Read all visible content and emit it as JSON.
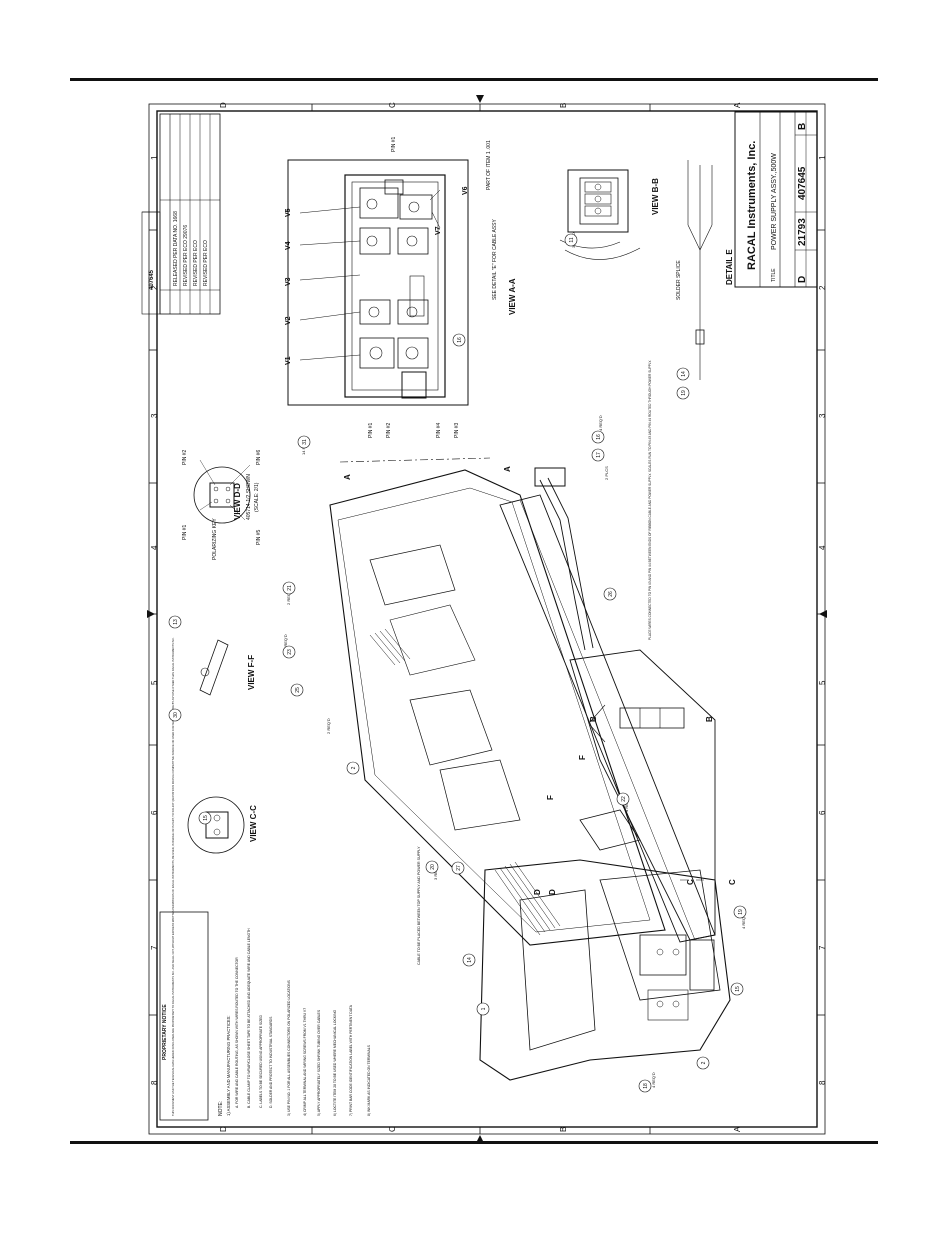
{
  "border": {
    "top_zones": [
      "D",
      "C",
      "B",
      "A"
    ],
    "bottom_zones": [
      "D",
      "C",
      "B",
      "A"
    ],
    "left_numbers": [
      "8",
      "7",
      "6",
      "5",
      "4",
      "3",
      "2",
      "1"
    ],
    "right_numbers": [
      "8",
      "7",
      "6",
      "5",
      "4",
      "3",
      "2",
      "1"
    ]
  },
  "title_block": {
    "company": "RACAL Instruments, Inc.",
    "title_label": "TITLE",
    "title": "POWER SUPPLY ASSY.,500W",
    "size": "D",
    "cage_code": "21793",
    "dwg_no": "407645",
    "rev": "B"
  },
  "revision_block": {
    "dwg_no": "407645",
    "rows": [
      "RELEASED PER DATA NO. 1668",
      "REVISED PER ECO 29076",
      "REVISED PER ECO",
      "REVISED PER ECO"
    ]
  },
  "views": {
    "aa": "VIEW A-A",
    "bb": "VIEW B-B",
    "cc": "VIEW C-C",
    "dd": "VIEW D-D",
    "dd_note": "405714-1/2 SHOWN",
    "dd_scale": "(SCALE: 2/1)",
    "ff": "VIEW F-F",
    "detail_e": "DETAIL E"
  },
  "labels": {
    "v1": "V1",
    "v2": "V2",
    "v3": "V3",
    "v4": "V4",
    "v5": "V5",
    "v6": "V6",
    "v7": "V7",
    "pin1": "PIN #1",
    "pin2": "PIN #2",
    "pin4": "PIN #4",
    "pin3": "PIN #3",
    "pin6": "PIN #6",
    "pin5": "PIN #5",
    "polarizing": "POLARIZING KEY",
    "see_detail": "SEE DETAIL \"E\" FOR CABLE ASSY",
    "part_of_item": "PART OF ITEM 1 .001",
    "solder_splice": "SOLDER SPLICE",
    "place_wires": "PLACE WIRES CONNECTED TO PIN #3 AND PIN #4 BETWEEN ENDS OF RIBBON CABLE AND POWER SUPPLY. SCALES RUN TO PIN #3 AND PIN #4 ROUTED THROUGH POWER SUPPLY.",
    "cable_placed": "CABLE TO BE PLACED BETWEEN TOP SUPPLY AND POWER SUPPLY",
    "req_2": "2 REQ'D",
    "req_4": "4 REQ'D",
    "req_3": "3 REQ'D",
    "req_14": "14 PLCS",
    "plcs_2": "2 PLCS"
  },
  "notes": {
    "proprietary_title": "PROPRIETARY NOTICE",
    "proprietary_body": "THIS DOCUMENT AND THE TECHNICAL DATA HEREIN DISCLOSED ARE PROPRIETARY TO RACAL INSTRUMENTS INC. AND SHALL NOT, WITHOUT EXPRESS WRITTEN PERMISSION OF RACAL INSTRUMENTS, BE USED, IN WHOLE OR IN PART, TO SOLICIT QUOTATIONS FROM A COMPETITIVE SOURCE OR USED FOR MANUFACTURE BY ANYONE OTHER THAN RACAL INSTRUMENTS INC.",
    "note_header": "NOTE:",
    "note_1": "1) ASSEMBLY AND MANUFACTURING PRACTICES:",
    "note_a": "A. FOR WIRE AND CABLE ROUTING, AS SHOWN WITH WIRES ROUTED TO THE CONNECTOR",
    "note_b": "B. CABLE CLAMP TO WRAP/CLOSE SHEET TAPE TO BE ATTACHED AND ADEQUATE WIRE AND CABLE LENGTH",
    "note_c": "C. LABELS TO BE SECURED USING APPROPRIATE SIZED",
    "note_d": "D. SOLDER AND PROTECT TO INDUSTRIAL STANDARDS",
    "note_3": "3) USE PIN NO. 1 FOR ALL ASSEMBLIES CONNECTORS ON POLARIZED LOCATIONS",
    "note_4": "4) CRIMP ALL TERMINAL AND WIRING SCREWS FROM V1 THRU V7",
    "note_5": "5) APPLY APPROPRIATELY SIZED SHRINK TUBING OVER CABLES",
    "note_6": "6) LOCTITE ITEM 28 TO BE USED WHERE MECHANICAL LOCKING",
    "note_7": "7) PRINT BAR CODE IDENTIFICATION LABEL WITH PERTINENT DATA",
    "note_8": "8) INK MARK AS INDICATED ON TERMINALS"
  },
  "balloons": [
    "1",
    "2",
    "2",
    "3",
    "13",
    "14",
    "15",
    "16",
    "17",
    "18",
    "19",
    "20",
    "21",
    "22",
    "23",
    "25",
    "26",
    "27",
    "30",
    "11",
    "7",
    "14",
    "19"
  ]
}
